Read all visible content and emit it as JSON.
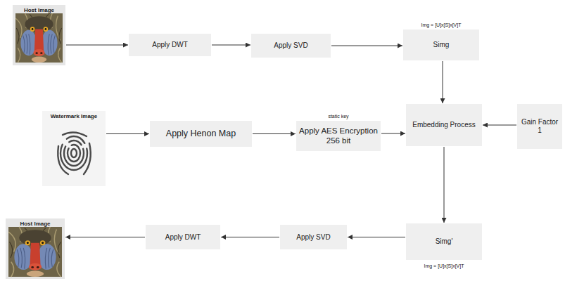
{
  "diagram": {
    "nodes": [
      {
        "text": [
          "Host Image"
        ]
      },
      {
        "text": [
          "Apply DWT"
        ]
      },
      {
        "text": [
          "Apply SVD"
        ]
      },
      {
        "text": [
          "Img = [U]x[S]x[V]T",
          "Simg"
        ]
      },
      {
        "text": [
          "Watermark Image"
        ]
      },
      {
        "text": [
          "Apply Henon Map"
        ]
      },
      {
        "text": [
          "static key",
          "Apply AES Encryption 256 bit"
        ]
      },
      {
        "text": [
          "Embedding Process"
        ]
      },
      {
        "text": [
          "Gain Factor 1"
        ]
      },
      {
        "text": [
          "Host Image"
        ]
      },
      {
        "text": [
          "Apply DWT"
        ]
      },
      {
        "text": [
          "Apply SVD"
        ]
      },
      {
        "text": [
          "Simg'",
          "Img = [U]x[S]x[V]T"
        ]
      }
    ],
    "edges": [
      {
        "from": 0,
        "to": 1,
        "arrow": "to"
      },
      {
        "from": 1,
        "to": 2,
        "arrow": "to"
      },
      {
        "from": 2,
        "to": 3,
        "arrow": "to"
      },
      {
        "from": 3,
        "to": 7,
        "arrow": "to"
      },
      {
        "from": 4,
        "to": 5,
        "arrow": "to"
      },
      {
        "from": 5,
        "to": 6,
        "arrow": "to"
      },
      {
        "from": 6,
        "to": 7,
        "arrow": "to"
      },
      {
        "from": 8,
        "to": 7,
        "arrow": "to"
      },
      {
        "from": 7,
        "to": 12,
        "arrow": "to"
      },
      {
        "from": 12,
        "to": 11,
        "arrow": "to"
      },
      {
        "from": 11,
        "to": 10,
        "arrow": "to"
      },
      {
        "from": 10,
        "to": 9,
        "arrow": "to"
      }
    ]
  }
}
